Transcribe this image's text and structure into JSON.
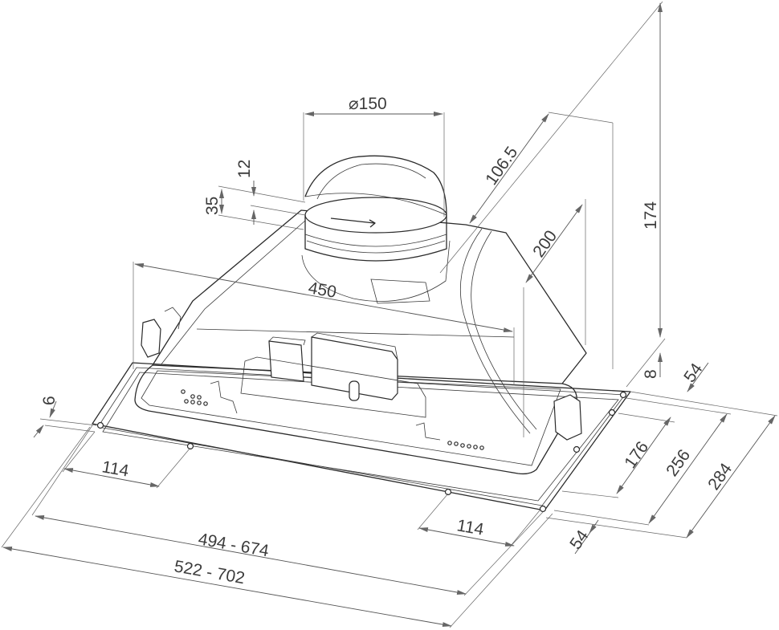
{
  "drawing": {
    "subject": "built-in cooker hood insert",
    "line_color": "#2b2b2b",
    "dimension_color": "#555555",
    "background": "#ffffff"
  },
  "dimensions": {
    "duct_diameter": "⌀150",
    "duct_collar_height": "12",
    "duct_offset": "35",
    "duct_depth_offset": "106.5",
    "total_height": "174",
    "body_depth_upper": "200",
    "motor_width": "450",
    "flange_thickness": "8",
    "flange_edge_left": "6",
    "side_margin_right": "54",
    "side_margin_left": "54",
    "inner_depth": "176",
    "cutout_depth": "256",
    "overall_depth": "284",
    "screw_offset_left": "114",
    "screw_offset_right": "114",
    "cutout_width": "494 - 674",
    "overall_width": "522 - 702"
  }
}
